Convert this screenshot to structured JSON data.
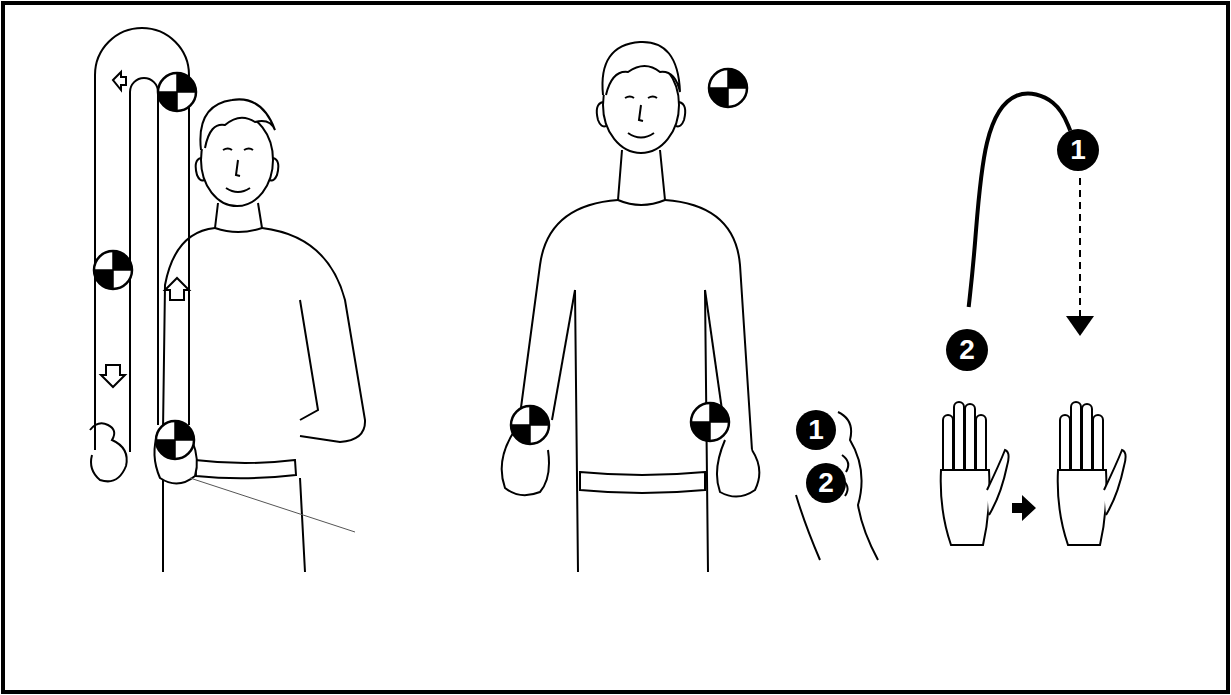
{
  "diagram": {
    "nodes": [
      {
        "text": [
          "1"
        ]
      },
      {
        "text": [
          "2"
        ]
      },
      {
        "text": [
          "1"
        ]
      },
      {
        "text": [
          "2"
        ]
      }
    ],
    "edges": [
      {
        "from": 3,
        "to": 2,
        "arrow": "none"
      }
    ]
  }
}
